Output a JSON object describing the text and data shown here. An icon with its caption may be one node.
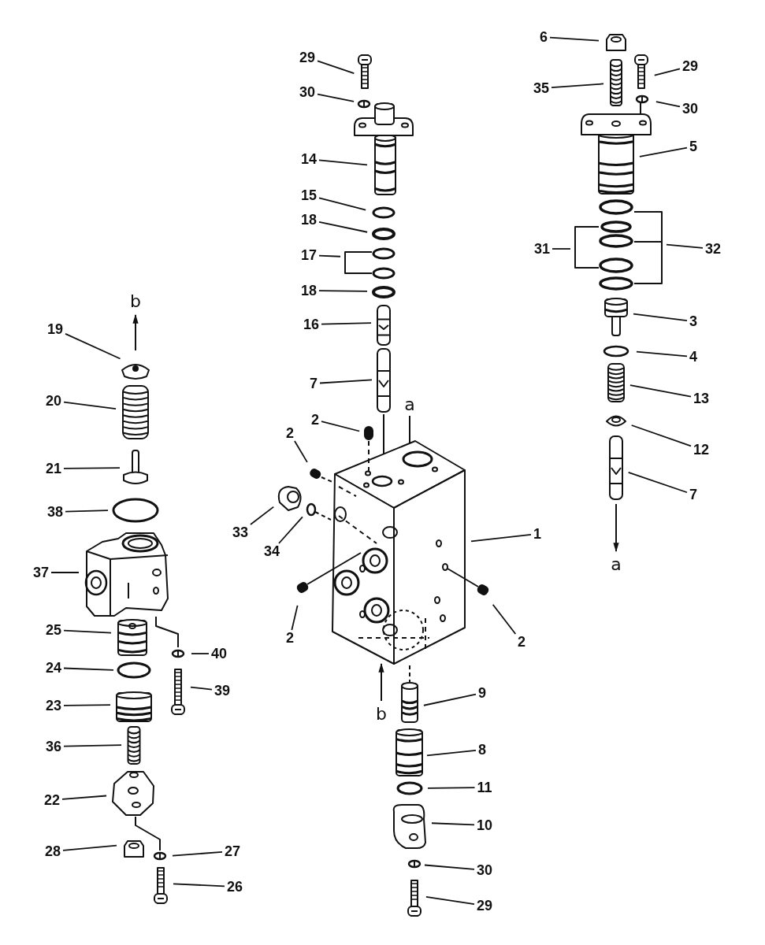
{
  "diagram": {
    "nodes": [
      {
        "text": [
          "29"
        ]
      },
      {
        "text": [
          "30"
        ]
      },
      {
        "text": [
          "14"
        ]
      },
      {
        "text": [
          "15"
        ]
      },
      {
        "text": [
          "18"
        ]
      },
      {
        "text": [
          "17"
        ]
      },
      {
        "text": [
          "18"
        ]
      },
      {
        "text": [
          "16"
        ]
      },
      {
        "text": [
          "7"
        ]
      },
      {
        "text": [
          "6"
        ]
      },
      {
        "text": [
          "35"
        ]
      },
      {
        "text": [
          "29"
        ]
      },
      {
        "text": [
          "30"
        ]
      },
      {
        "text": [
          "5"
        ]
      },
      {
        "text": [
          "31"
        ]
      },
      {
        "text": [
          "32"
        ]
      },
      {
        "text": [
          "3"
        ]
      },
      {
        "text": [
          "4"
        ]
      },
      {
        "text": [
          "13"
        ]
      },
      {
        "text": [
          "12"
        ]
      },
      {
        "text": [
          "7"
        ]
      },
      {
        "text": [
          "19"
        ]
      },
      {
        "text": [
          "20"
        ]
      },
      {
        "text": [
          "21"
        ]
      },
      {
        "text": [
          "38"
        ]
      },
      {
        "text": [
          "37"
        ]
      },
      {
        "text": [
          "25"
        ]
      },
      {
        "text": [
          "24"
        ]
      },
      {
        "text": [
          "23"
        ]
      },
      {
        "text": [
          "36"
        ]
      },
      {
        "text": [
          "22"
        ]
      },
      {
        "text": [
          "28"
        ]
      },
      {
        "text": [
          "2"
        ]
      },
      {
        "text": [
          "2"
        ]
      },
      {
        "text": [
          "33"
        ]
      },
      {
        "text": [
          "34"
        ]
      },
      {
        "text": [
          "1"
        ]
      },
      {
        "text": [
          "2"
        ]
      },
      {
        "text": [
          "2"
        ]
      },
      {
        "text": [
          "40"
        ]
      },
      {
        "text": [
          "39"
        ]
      },
      {
        "text": [
          "27"
        ]
      },
      {
        "text": [
          "26"
        ]
      },
      {
        "text": [
          "9"
        ]
      },
      {
        "text": [
          "8"
        ]
      },
      {
        "text": [
          "11"
        ]
      },
      {
        "text": [
          "10"
        ]
      },
      {
        "text": [
          "30"
        ]
      },
      {
        "text": [
          "29"
        ]
      }
    ],
    "edges": [
      {
        "from": 0,
        "to": null,
        "arrow": "none"
      },
      {
        "from": 1,
        "to": null,
        "arrow": "none"
      },
      {
        "from": 2,
        "to": null,
        "arrow": "none"
      },
      {
        "from": 3,
        "to": null,
        "arrow": "none"
      },
      {
        "from": 4,
        "to": null,
        "arrow": "none"
      },
      {
        "from": 5,
        "to": null,
        "arrow": "none"
      },
      {
        "from": 6,
        "to": null,
        "arrow": "none"
      },
      {
        "from": 7,
        "to": null,
        "arrow": "none"
      },
      {
        "from": 8,
        "to": null,
        "arrow": "none"
      },
      {
        "from": 9,
        "to": null,
        "arrow": "none"
      },
      {
        "from": 10,
        "to": null,
        "arrow": "none"
      },
      {
        "from": 11,
        "to": null,
        "arrow": "none"
      },
      {
        "from": 12,
        "to": null,
        "arrow": "none"
      },
      {
        "from": 13,
        "to": null,
        "arrow": "none"
      },
      {
        "from": 14,
        "to": null,
        "arrow": "none"
      },
      {
        "from": 15,
        "to": null,
        "arrow": "none"
      },
      {
        "from": 16,
        "to": null,
        "arrow": "none"
      },
      {
        "from": 17,
        "to": null,
        "arrow": "none"
      },
      {
        "from": 18,
        "to": null,
        "arrow": "none"
      },
      {
        "from": 19,
        "to": null,
        "arrow": "none"
      },
      {
        "from": 20,
        "to": null,
        "arrow": "none"
      },
      {
        "from": 21,
        "to": null,
        "arrow": "none"
      },
      {
        "from": 22,
        "to": null,
        "arrow": "none"
      },
      {
        "from": 23,
        "to": null,
        "arrow": "none"
      },
      {
        "from": 24,
        "to": null,
        "arrow": "none"
      },
      {
        "from": 25,
        "to": null,
        "arrow": "none"
      },
      {
        "from": 26,
        "to": null,
        "arrow": "none"
      },
      {
        "from": 27,
        "to": null,
        "arrow": "none"
      },
      {
        "from": 28,
        "to": null,
        "arrow": "none"
      },
      {
        "from": 29,
        "to": null,
        "arrow": "none"
      },
      {
        "from": 30,
        "to": null,
        "arrow": "none"
      },
      {
        "from": 31,
        "to": null,
        "arrow": "none"
      },
      {
        "from": 32,
        "to": null,
        "arrow": "none"
      },
      {
        "from": 33,
        "to": null,
        "arrow": "none"
      },
      {
        "from": 34,
        "to": null,
        "arrow": "none"
      },
      {
        "from": 35,
        "to": null,
        "arrow": "none"
      },
      {
        "from": 36,
        "to": null,
        "arrow": "none"
      },
      {
        "from": 37,
        "to": null,
        "arrow": "none"
      },
      {
        "from": 38,
        "to": null,
        "arrow": "none"
      },
      {
        "from": 39,
        "to": null,
        "arrow": "none"
      },
      {
        "from": 40,
        "to": null,
        "arrow": "none"
      },
      {
        "from": 41,
        "to": null,
        "arrow": "none"
      },
      {
        "from": 42,
        "to": null,
        "arrow": "none"
      },
      {
        "from": 43,
        "to": null,
        "arrow": "none"
      },
      {
        "from": 44,
        "to": null,
        "arrow": "none"
      },
      {
        "from": 45,
        "to": null,
        "arrow": "none"
      },
      {
        "from": 46,
        "to": null,
        "arrow": "none"
      },
      {
        "from": 47,
        "to": null,
        "arrow": "none"
      },
      {
        "from": 48,
        "to": null,
        "arrow": "none"
      }
    ],
    "labels": [
      "b",
      "a",
      "a",
      "b"
    ]
  }
}
